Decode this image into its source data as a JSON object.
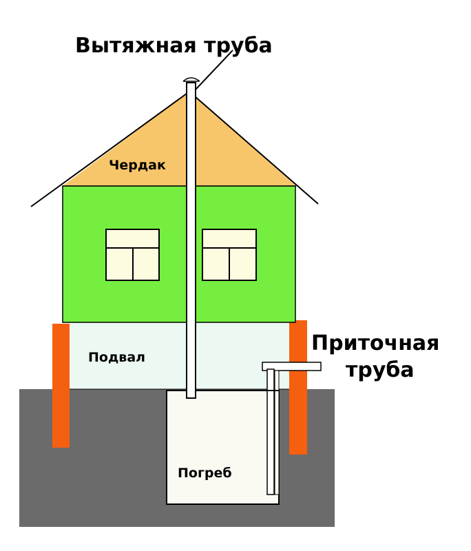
{
  "labels": {
    "exhaust_pipe": "Вытяжная труба",
    "attic": "Чердак",
    "basement": "Подвал",
    "supply_pipe_line1": "Приточная",
    "supply_pipe_line2": "труба",
    "cellar": "Погреб"
  },
  "colors": {
    "attic": "#f8c66a",
    "walls": "#75ee40",
    "basement": "#ecf8f2",
    "ground": "#6b6b6b",
    "cellar": "#fbfaf2",
    "piles": "#f55f10",
    "pipe": "#ffffff"
  }
}
